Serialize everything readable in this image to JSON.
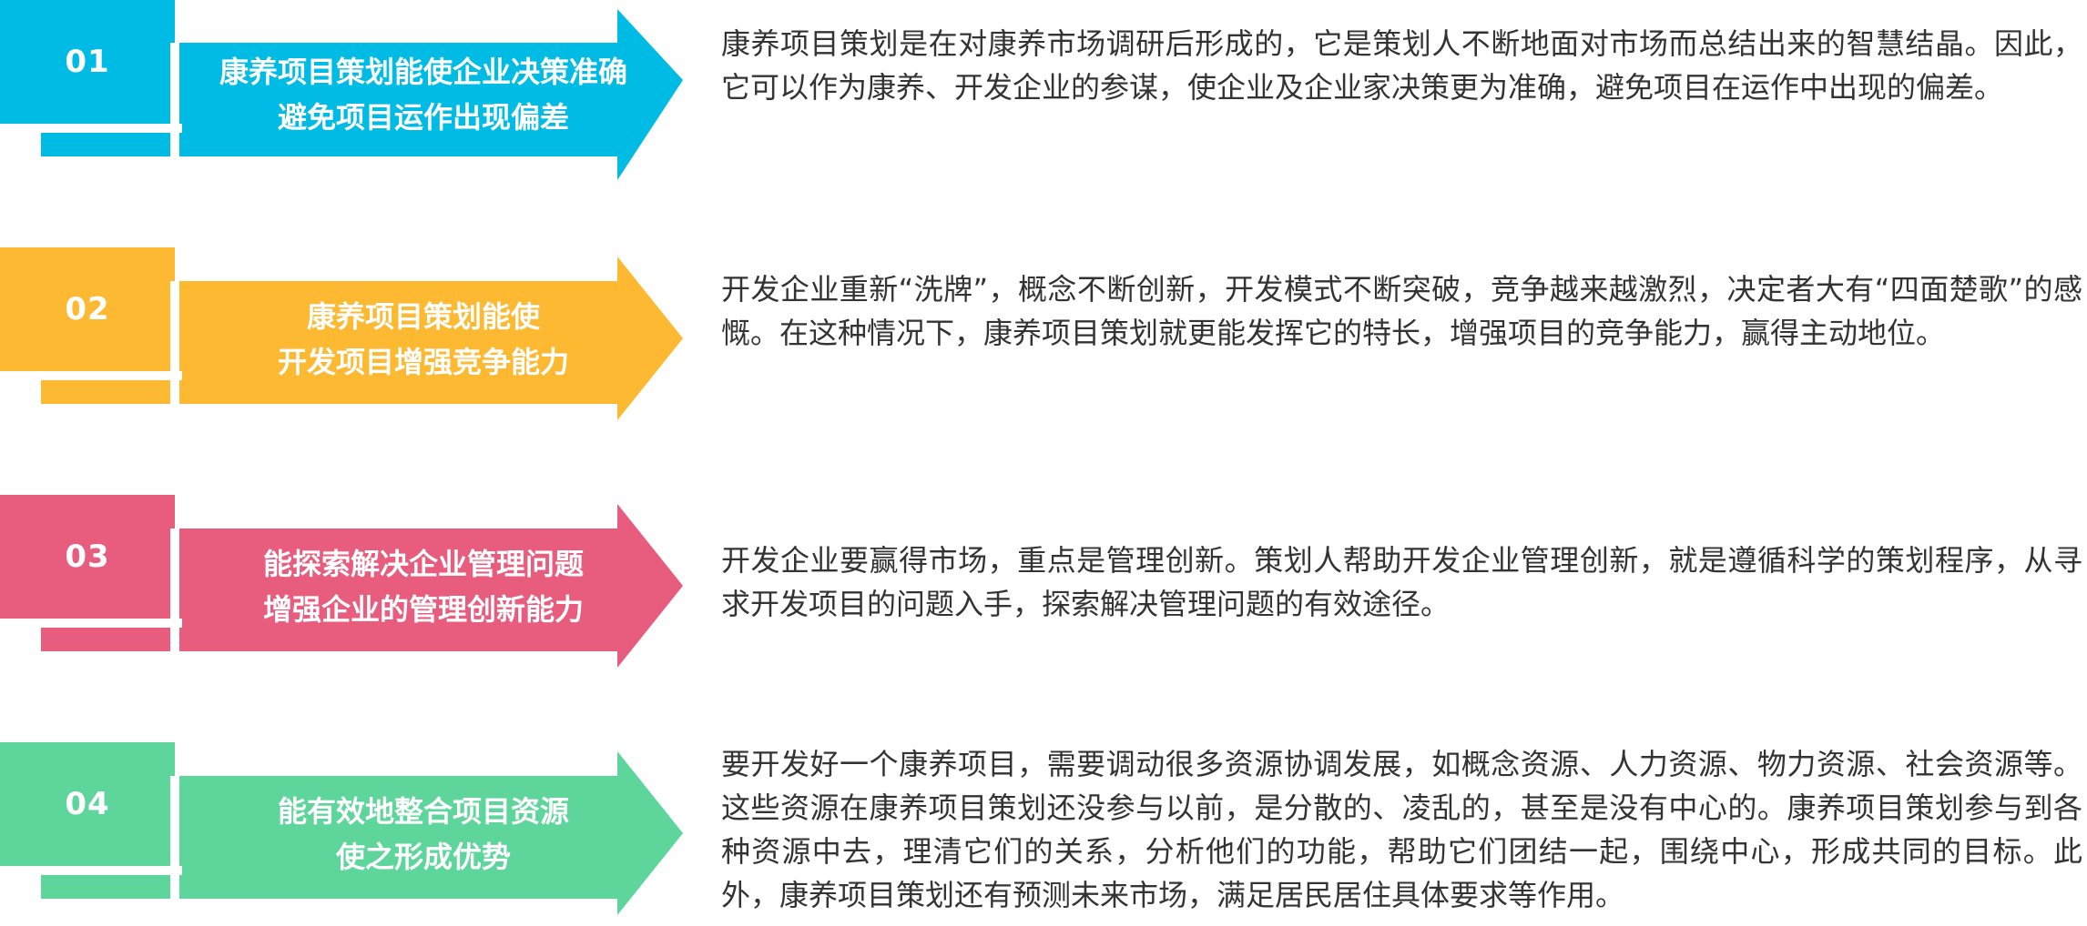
{
  "colors": {
    "step1": "#00BCE4",
    "step2": "#FDB931",
    "step3": "#E85C7E",
    "step4": "#5ED59B",
    "text": "#333333"
  },
  "steps": [
    {
      "number": "01",
      "title_line1": "康养项目策划能使企业决策准确",
      "title_line2": "避免项目运作出现偏差",
      "description": "康养项目策划是在对康养市场调研后形成的，它是策划人不断地面对市场而总结出来的智慧结晶。因此，它可以作为康养、开发企业的参谋，使企业及企业家决策更为准确，避免项目在运作中出现的偏差。"
    },
    {
      "number": "02",
      "title_line1": "康养项目策划能使",
      "title_line2": "开发项目增强竞争能力",
      "description": "开发企业重新“洗牌”，概念不断创新，开发模式不断突破，竞争越来越激烈，决定者大有“四面楚歌”的感慨。在这种情况下，康养项目策划就更能发挥它的特长，增强项目的竞争能力，赢得主动地位。"
    },
    {
      "number": "03",
      "title_line1": "能探索解决企业管理问题",
      "title_line2": "增强企业的管理创新能力",
      "description": "开发企业要赢得市场，重点是管理创新。策划人帮助开发企业管理创新，就是遵循科学的策划程序，从寻求开发项目的问题入手，探索解决管理问题的有效途径。"
    },
    {
      "number": "04",
      "title_line1": "能有效地整合项目资源",
      "title_line2": "使之形成优势",
      "description": "要开发好一个康养项目，需要调动很多资源协调发展，如概念资源、人力资源、物力资源、社会资源等。这些资源在康养项目策划还没参与以前，是分散的、凌乱的，甚至是没有中心的。康养项目策划参与到各种资源中去，理清它们的关系，分析他们的功能，帮助它们团结一起，围绕中心，形成共同的目标。此外，康养项目策划还有预测未来市场，满足居民居住具体要求等作用。"
    }
  ]
}
